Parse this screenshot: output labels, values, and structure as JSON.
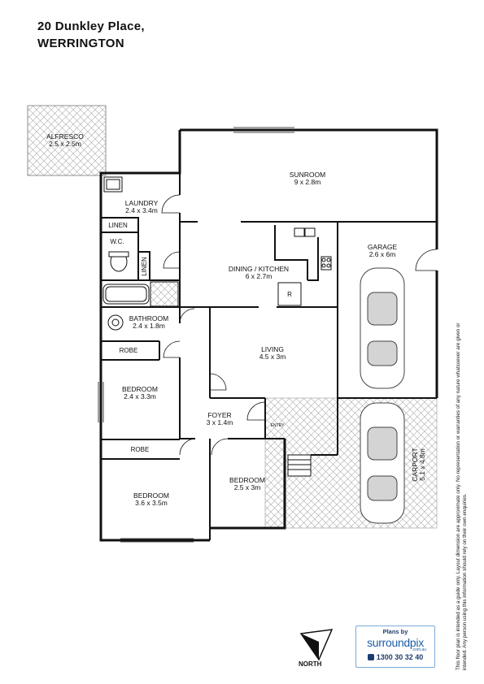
{
  "address": {
    "line1": "20 Dunkley Place,",
    "line2": "WERRINGTON"
  },
  "rooms": {
    "alfresco": {
      "name": "ALFRESCO",
      "dims": "2.5 x 2.5m"
    },
    "sunroom": {
      "name": "SUNROOM",
      "dims": "9 x 2.8m"
    },
    "laundry": {
      "name": "LAUNDRY",
      "dims": "2.4 x 3.4m"
    },
    "linen1": {
      "name": "LINEN"
    },
    "wc": {
      "name": "W.C."
    },
    "linen2": {
      "name": "LINEN"
    },
    "dining": {
      "name": "DINING / KITCHEN",
      "dims": "6 x 2.7m"
    },
    "fridge": {
      "name": "R"
    },
    "garage": {
      "name": "GARAGE",
      "dims": "2.6 x 6m"
    },
    "bathroom": {
      "name": "BATHROOM",
      "dims": "2.4 x 1.8m"
    },
    "robe1": {
      "name": "ROBE"
    },
    "living": {
      "name": "LIVING",
      "dims": "4.5 x 3m"
    },
    "bedroom1": {
      "name": "BEDROOM",
      "dims": "2.4 x 3.3m"
    },
    "foyer": {
      "name": "FOYER",
      "dims": "3 x 1.4m"
    },
    "entry": {
      "name": "ENTRY"
    },
    "carport": {
      "name": "CARPORT",
      "dims": "5.1 x 4.8m"
    },
    "robe2": {
      "name": "ROBE"
    },
    "bedroom2": {
      "name": "BEDROOM",
      "dims": "2.5 x 3m"
    },
    "bedroom3": {
      "name": "BEDROOM",
      "dims": "3.6 x 3.5m"
    }
  },
  "disclaimer": "This floor plan is intended as a guide only. Layout dimension are approximate only. No representation or warranties of any nature whatsoever are given or intended. Any person using this information should rely on their own enquiries.",
  "compass": {
    "label": "NORTH"
  },
  "logo": {
    "top": "Plans by",
    "brand": "surroundpix",
    "sub": ".com.au",
    "phone": "1300 30 32 40"
  },
  "colors": {
    "wall": "#111111",
    "hatch": "#9a9a9a",
    "logo_blue": "#1d5fa6"
  }
}
